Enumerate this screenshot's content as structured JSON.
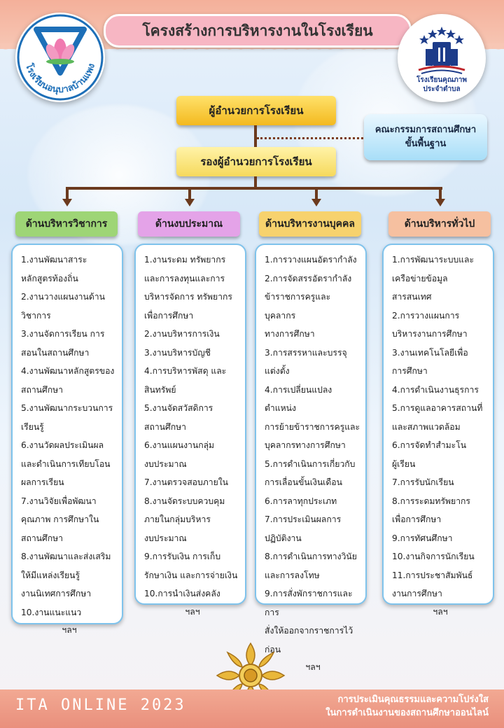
{
  "page_title": "โครงสร้างการบริหารงานในโรงเรียน",
  "logos": {
    "left_school_text": "โรงเรียนอนุบาลบ้านแพง",
    "right_caption_line1": "โรงเรียนคุณภาพ",
    "right_caption_line2": "ประจำตำบล"
  },
  "org": {
    "director": "ผู้อำนวยการโรงเรียน",
    "deputy": "รองผู้อำนวยการโรงเรียน",
    "committee_line1": "คณะกรรมการสถานศึกษา",
    "committee_line2": "ขั้นพื้นฐาน"
  },
  "colors": {
    "dept_academic": "#9ed576",
    "dept_budget": "#e4a3e8",
    "dept_personnel": "#f7d26d",
    "dept_general": "#f6c0a0"
  },
  "departments": [
    {
      "label": "ด้านบริหารวิชาการ",
      "items": [
        "1.งานพัฒนาสาระ",
        "หลักสูตรท้องถิ่น",
        "2.งานวางแผนงานด้าน",
        "วิชาการ",
        "3.งานจัดการเรียน การ",
        "สอนในสถานศึกษา",
        "4.งานพัฒนาหลักสูตรของ",
        "สถานศึกษา",
        "5.งานพัฒนากระบวนการ",
        "เรียนรู้",
        "6.งานวัดผลประเมินผล",
        "และดำเนินการเทียบโอน",
        "ผลการเรียน",
        "7.งานวิจัยเพื่อพัฒนา",
        "คุณภาพ การศึกษาใน",
        "สถานศึกษา",
        "8.งานพัฒนาและส่งเสริม",
        "ให้มีแหล่งเรียนรู้",
        "งานนิเทศการศึกษา",
        "10.งานแนะแนว"
      ],
      "etc": "ฯลฯ"
    },
    {
      "label": "ด้านงบประมาณ",
      "items": [
        "1.งานระดม ทรัพยากร",
        "และการลงทุนและการ",
        "บริหารจัดการ ทรัพยากร",
        "เพื่อการศึกษา",
        "2.งานบริหารการเงิน",
        "3.งานบริหารบัญชี",
        "4.การบริหารพัสดุ และ",
        "สินทรัพย์",
        "5.งานจัดสวัสดิการ",
        "สถานศึกษา",
        "6.งานแผนงานกลุ่ม",
        "งบประมาณ",
        "7.งานตรวจสอบภายใน",
        "8.งานจัดระบบควบคุม",
        "ภายในกลุ่มบริหาร",
        "งบประมาณ",
        "9.การรับเงิน การเก็บ",
        "รักษาเงิน และการจ่ายเงิน",
        "10.การนำเงินส่งคลัง"
      ],
      "etc": "ฯลฯ"
    },
    {
      "label": "ด้านบริหารงานบุคคล",
      "items": [
        "1.การวางแผนอัตรากำลัง",
        "2.การจัดสรรอัตรากำลัง",
        "ข้าราชการครูและบุคลากร",
        "ทางการศึกษา",
        "3.การสรรหาและบรรจุ",
        "แต่งตั้ง",
        "4.การเปลี่ยนแปลงตำแหน่ง",
        "การย้ายข้าราชการครูและ",
        "บุคลากรทางการศึกษา",
        "5.การดำเนินการเกี่ยวกับ",
        "การเลื่อนขั้นเงินเดือน",
        "6.การลาทุกประเภท",
        "7.การประเมินผลการ",
        "ปฏิบัติงาน",
        "8.การดำเนินการทางวินัย",
        "และการลงโทษ",
        "9.การสั่งพักราชการและการ",
        "สั่งให้ออกจากราชการไว้",
        "ก่อน"
      ],
      "etc": "ฯลฯ"
    },
    {
      "label": "ด้านบริหารทั่วไป",
      "items": [
        "1.การพัฒนาระบบและ",
        "เครือข่ายข้อมูล",
        "สารสนเทศ",
        "2.การวางแผนการ",
        "บริหารงานการศึกษา",
        "3.งานเทคโนโลยีเพื่อ",
        "การศึกษา",
        "4.การดำเนินงานธุรการ",
        "5.การดูแลอาคารสถานที่",
        "และสภาพแวดล้อม",
        "6.การจัดทำสำมะโน",
        "ผู้เรียน",
        "7.การรับนักเรียน",
        "8.การระดมทรัพยากร",
        "เพื่อการศึกษา",
        "9.การทัศนศึกษา",
        "10.งานกิจการนักเรียน",
        "11.การประชาสัมพันธ์",
        "งานการศึกษา"
      ],
      "etc": "ฯลฯ"
    }
  ],
  "footer": {
    "ita": "ITA ONLINE 2023",
    "assessment_line1": "การประเมินคุณธรรมและความโปร่งใส",
    "assessment_line2": "ในการดำเนินงานของสถานศึกษาออนไลน์"
  }
}
